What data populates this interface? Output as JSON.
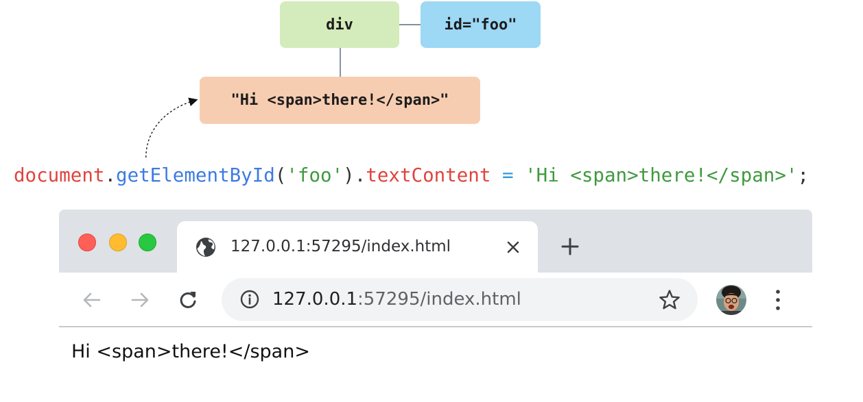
{
  "diagram": {
    "element_node": "div",
    "attribute_node": "id=\"foo\"",
    "text_node": "\"Hi <span>there!</span>\""
  },
  "code": {
    "object": "document",
    "dot1": ".",
    "method": "getElementById",
    "paren_open": "(",
    "argument": "'foo'",
    "paren_close": ")",
    "dot2": ".",
    "property": "textContent",
    "operator": " = ",
    "value": "'Hi <span>there!</span>'",
    "semicolon": ";"
  },
  "browser": {
    "tab_title": "127.0.0.1:57295/index.html",
    "address_host": "127.0.0.1",
    "address_rest": ":57295/index.html",
    "page_text": "Hi <span>there!</span>",
    "icons": {
      "tab_favicon": "globe-icon",
      "tab_close": "close-icon",
      "new_tab": "plus-icon",
      "back": "arrow-left-icon",
      "forward": "arrow-right-icon",
      "reload": "reload-icon",
      "site_info": "info-icon",
      "bookmark": "star-icon",
      "profile": "avatar",
      "menu": "more-vertical-icon"
    }
  },
  "colors": {
    "element_node": "#d4ebbb",
    "attribute_node": "#9dd8f5",
    "text_node": "#f7cdb1",
    "code_object": "#e0443e",
    "code_method": "#3d7be0",
    "code_string": "#3f9a3f",
    "code_operator": "#2f9bd9",
    "traffic_red": "#fe5f57",
    "traffic_yellow": "#febc2e",
    "traffic_green": "#28c840"
  }
}
